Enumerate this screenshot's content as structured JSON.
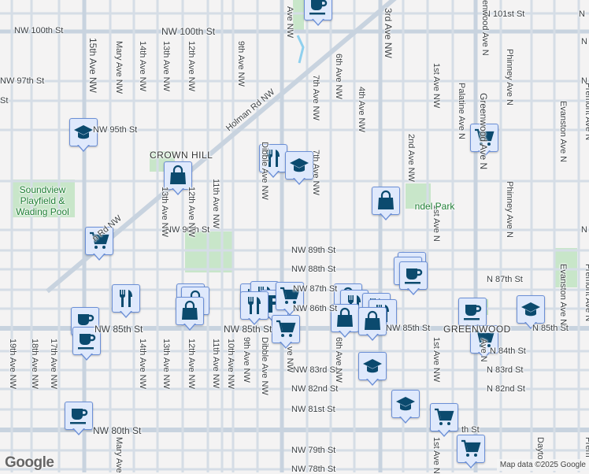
{
  "map": {
    "colors": {
      "background": "#f4f3f3",
      "road": "#d5dde6",
      "major_road": "#c8d3df",
      "park": "#c8e6c9",
      "water": "#8fd0ee",
      "marker_fill": "#dfe9fc",
      "marker_border": "#6b8fd6",
      "icon": "#0b4a6e"
    },
    "area_labels": [
      "CROWN HILL",
      "GREENWOOD"
    ],
    "park_labels": [
      "Soundview Playfield & Wading Pool",
      "ndel Park"
    ],
    "street_labels": [
      "NW 100th St",
      "NW 100th St",
      "N 101st St",
      "N",
      "NW 97th St",
      "St",
      "NW 95th St",
      "Holman Rd NW",
      "n Rd NW",
      "NW 90th St",
      "N",
      "NW 89th St",
      "NW 88th St",
      "N 87th St",
      "NW 87th St",
      "NW 86th St",
      "NW 85th St",
      "NW 85th St",
      "NW 85th St",
      "N 85th St",
      "N 84th St",
      "NW 83rd St",
      "N 83rd St",
      "NW 82nd St",
      "N 82nd St",
      "NW 81st St",
      "NW 80th St",
      "th St",
      "NW 79th St",
      "NW 78th St",
      "N",
      "N",
      "15th Ave NW",
      "Mary Ave NW",
      "14th Ave NW",
      "13th Ave NW",
      "12th Ave NW",
      "9th Ave NW",
      "7th Ave NW",
      "6th Ave NW",
      "4th Ave NW",
      "3rd Ave NW",
      "1st Ave NW",
      "Palatine Ave N",
      "Greenwood Ave N",
      "Phinney Ave N",
      "Evanston Ave N",
      "Fremont Ave N",
      "Dibble Ave NW",
      "11th Ave NW",
      "13th Ave NW",
      "12th Ave NW",
      "2nd Ave NW",
      "1st Ave N",
      "Phinney Ave N",
      "Evanston Ave N",
      "Fremont Ave N",
      "19th Ave NW",
      "18th Ave NW",
      "17th Ave NW",
      "14th Ave NW",
      "13th Ave NW",
      "12th Ave NW",
      "11th Ave NW",
      "10th Ave NW",
      "9th Ave NW",
      "Dibble Ave NW",
      "6th Ave NW",
      "1st Ave NW",
      "Mary Ave",
      "Dayto",
      "Frem",
      "1st Ave N",
      "ve NW",
      "Ave NW",
      "Ave N",
      "enwood Ave N",
      "7th Ave NW"
    ],
    "markers": [
      "coffee",
      "school",
      "cart",
      "restaurant",
      "school",
      "bag",
      "bag",
      "cart",
      "coffee",
      "coffee",
      "coffee",
      "restaurant",
      "restaurant",
      "bag",
      "restaurant",
      "restaurant",
      "parking",
      "cart",
      "restaurant",
      "bag",
      "bag",
      "restaurant",
      "restaurant",
      "restaurant",
      "bag",
      "bag",
      "cart",
      "coffee",
      "coffee",
      "school",
      "coffee",
      "cart",
      "school",
      "school",
      "cart",
      "coffee",
      "cart"
    ],
    "logo": "Google",
    "attribution": "Map data ©2025 Google"
  }
}
